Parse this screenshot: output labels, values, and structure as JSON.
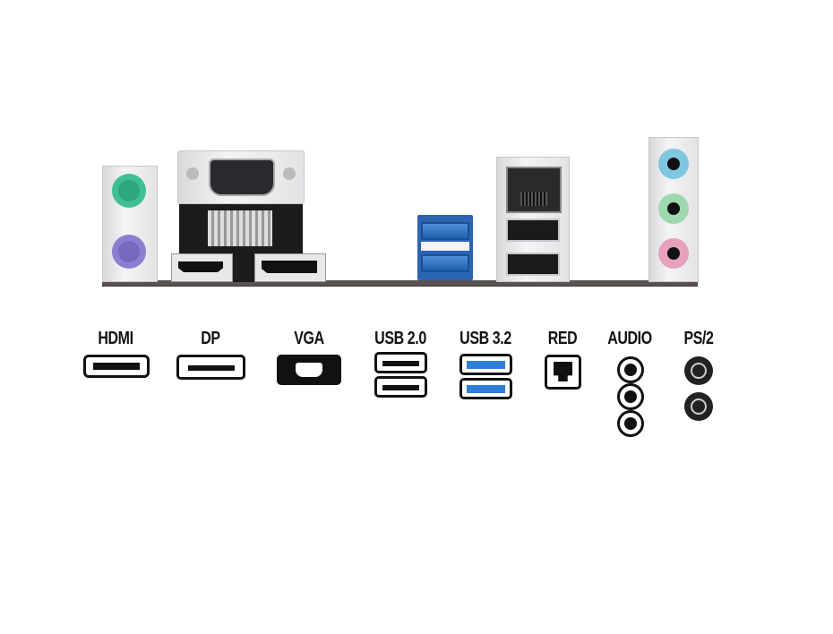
{
  "legend": {
    "labels": [
      "HDMI",
      "DP",
      "VGA",
      "USB 2.0",
      "USB 3.2",
      "RED",
      "AUDIO",
      "PS/2"
    ]
  },
  "colors": {
    "ps2_keyboard": "#3fbf93",
    "ps2_mouse": "#8a7fd0",
    "usb3_blue": "#2f7fd6",
    "audio_line_in": "#7fc6e0",
    "audio_line_out": "#9fd8ae",
    "audio_mic": "#e7a0be"
  }
}
